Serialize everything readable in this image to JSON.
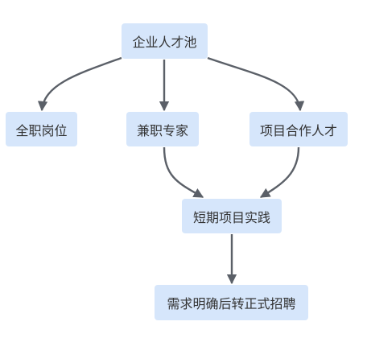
{
  "diagram": {
    "nodes": {
      "pool": "企业人才池",
      "fulltime": "全职岗位",
      "parttime": "兼职专家",
      "project": "项目合作人才",
      "short_project": "短期项目实践",
      "hire": "需求明确后转正式招聘"
    },
    "edges": [
      {
        "from": "pool",
        "to": "fulltime"
      },
      {
        "from": "pool",
        "to": "parttime"
      },
      {
        "from": "pool",
        "to": "project"
      },
      {
        "from": "parttime",
        "to": "short_project"
      },
      {
        "from": "project",
        "to": "short_project"
      },
      {
        "from": "short_project",
        "to": "hire"
      }
    ],
    "colors": {
      "node_fill": "#d6e6fb",
      "edge": "#5b6068",
      "text": "#333333"
    }
  }
}
